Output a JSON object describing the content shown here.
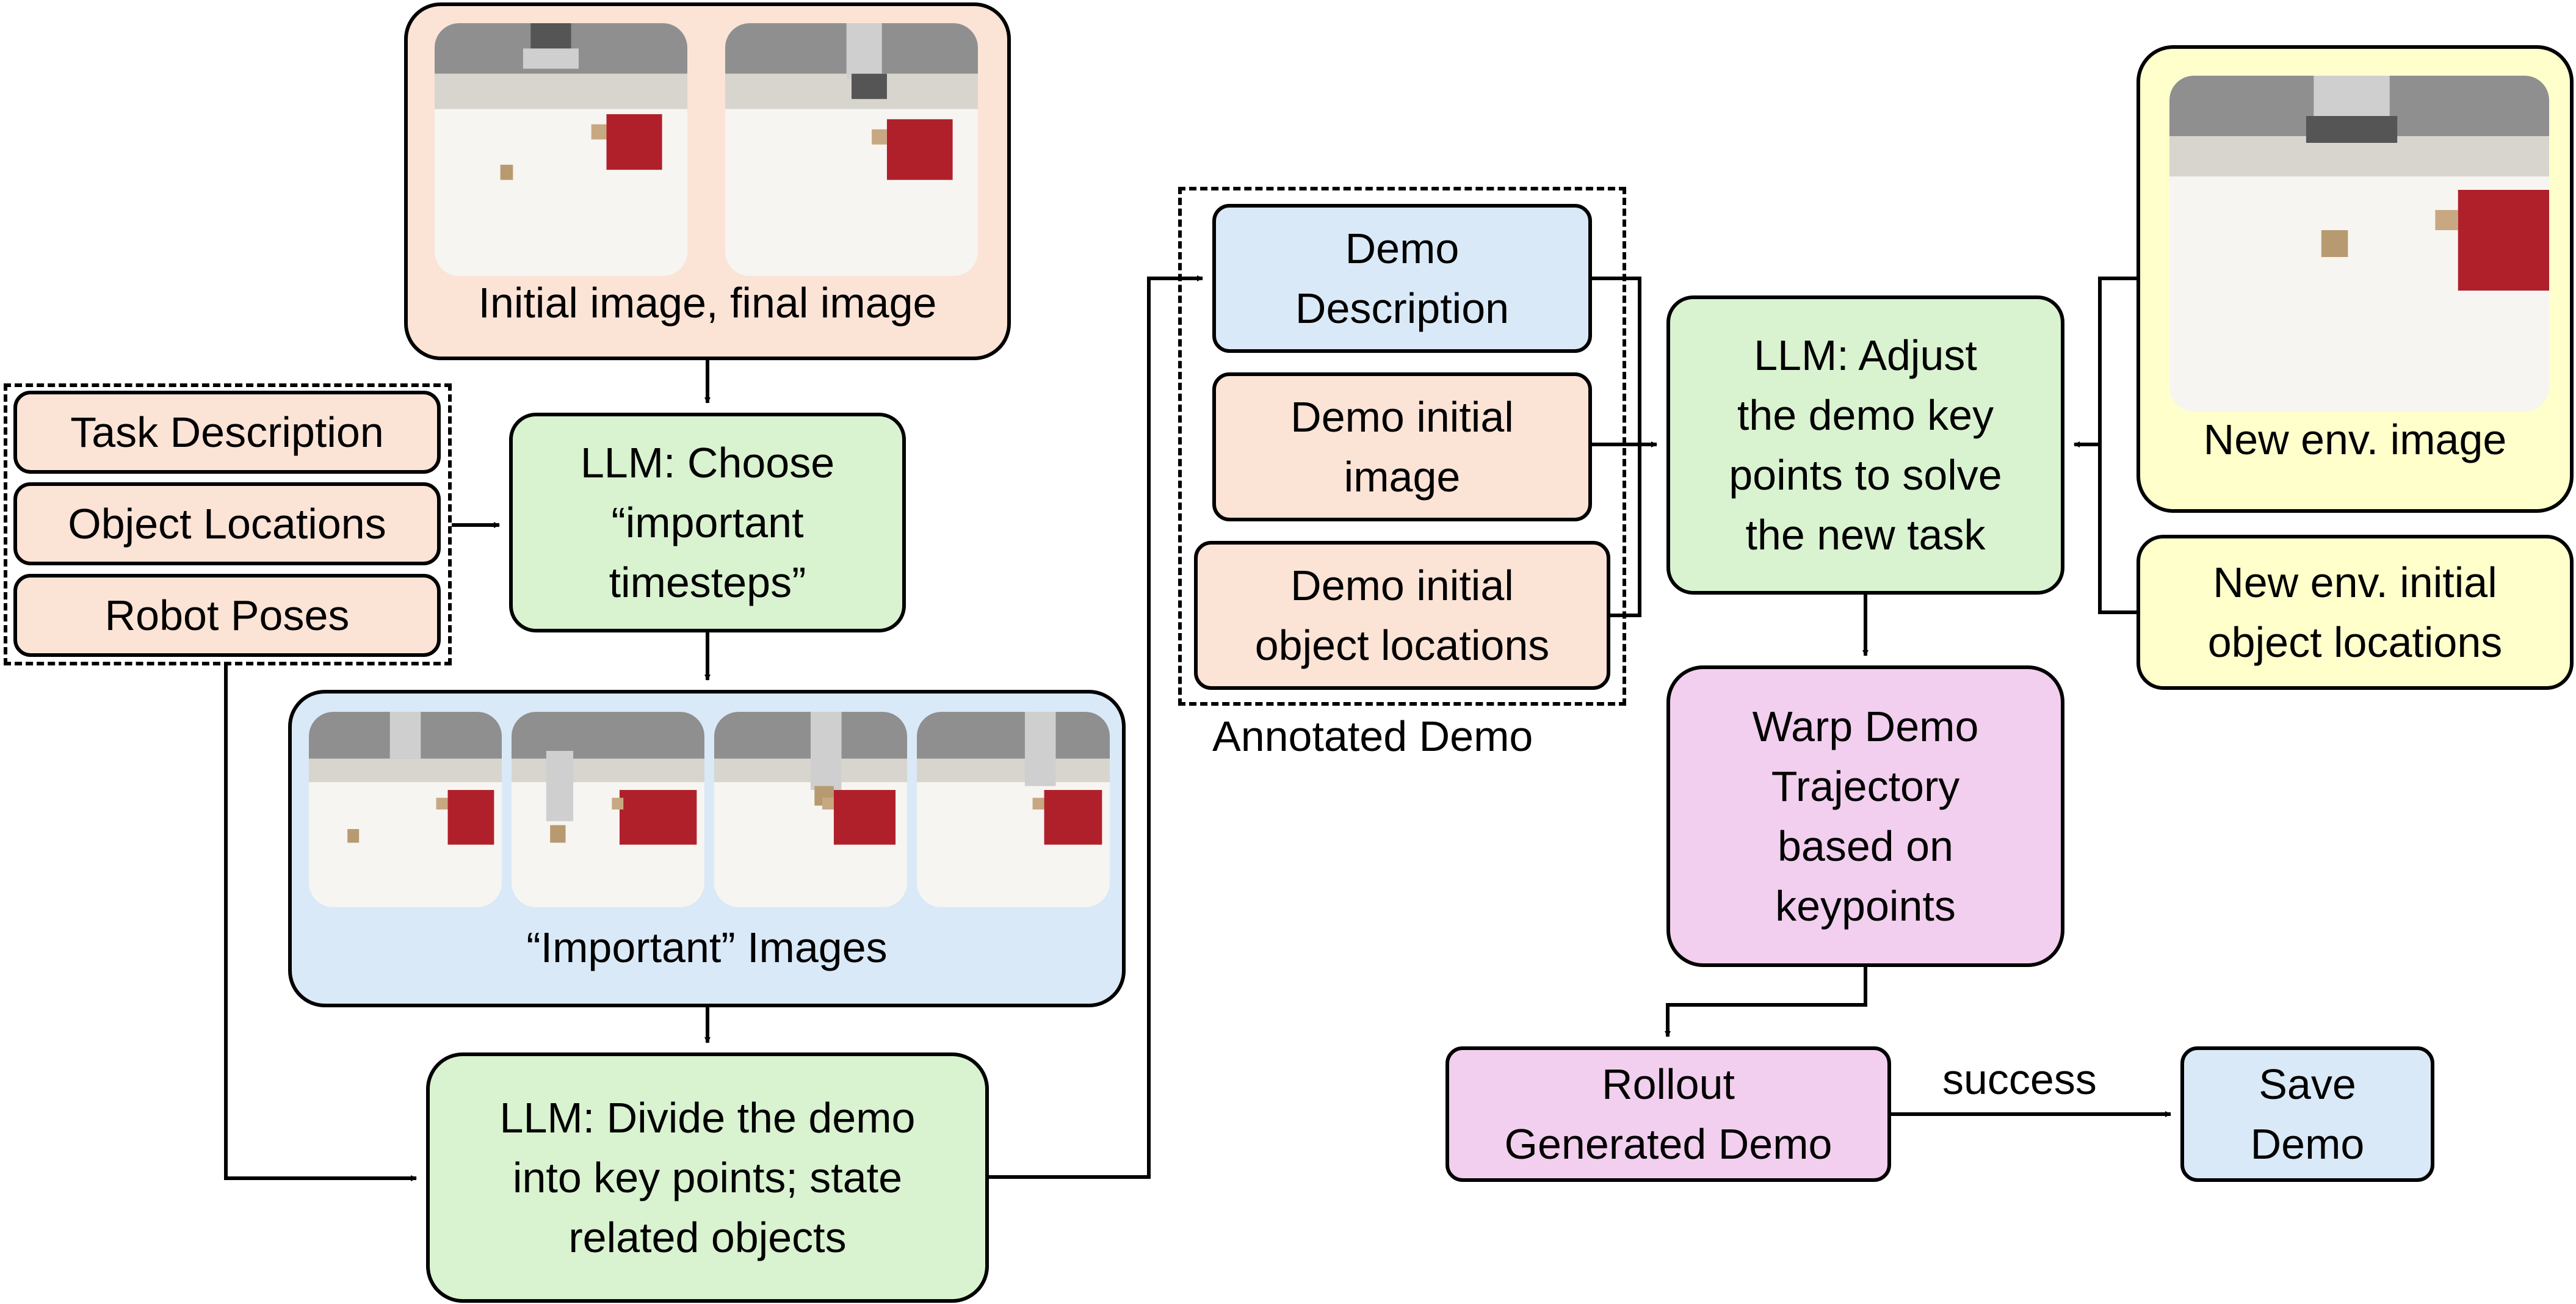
{
  "top_images": {
    "caption": "Initial image, final image"
  },
  "inputs": {
    "task_description": "Task Description",
    "object_locations": "Object Locations",
    "robot_poses": "Robot Poses"
  },
  "llm_choose": "LLM: Choose\n“important\ntimesteps”",
  "important_images": {
    "caption": "“Important” Images"
  },
  "llm_divide": "LLM: Divide the demo\ninto key points; state\nrelated objects",
  "annotated_demo": {
    "label": "Annotated Demo",
    "demo_description": "Demo\nDescription",
    "demo_initial_image": "Demo initial\nimage",
    "demo_initial_object_locations": "Demo initial\nobject locations"
  },
  "llm_adjust": "LLM: Adjust\nthe demo key\npoints to solve\nthe new task",
  "new_env_image": {
    "caption": "New env. image"
  },
  "new_env_locations": "New env. initial\nobject locations",
  "warp": "Warp Demo\nTrajectory\nbased on\nkeypoints",
  "rollout": "Rollout\nGenerated Demo",
  "success_label": "success",
  "save_demo": "Save\nDemo",
  "colors": {
    "salmon": "#FBE3D6",
    "green": "#D9F2D0",
    "blue": "#DAE9F7",
    "pink": "#F2CFEE",
    "yellow": "#FFFFCC"
  }
}
